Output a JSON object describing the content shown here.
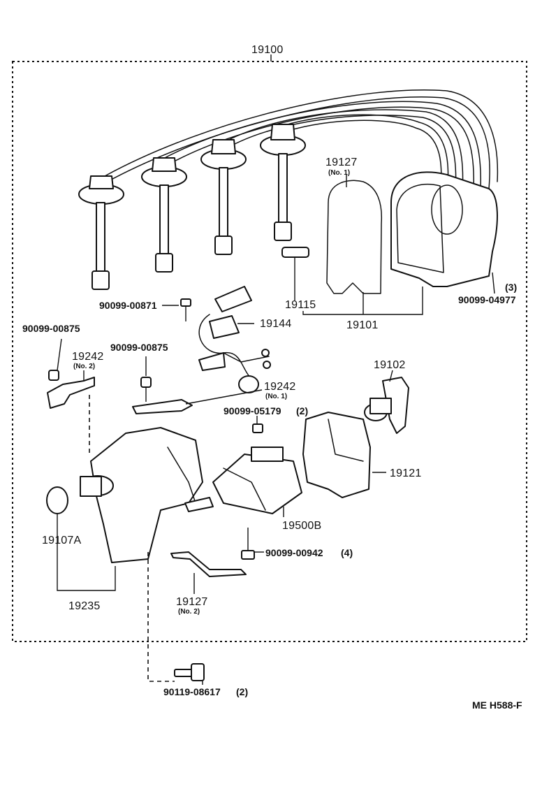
{
  "diagram": {
    "code": "ME H588-F",
    "labels": {
      "assembly": "19100",
      "cover_gasket_no1": "19127",
      "cover_gasket_no1_note": "(No. 1)",
      "rotor_spring": "19115",
      "cap_assembly": "19101",
      "cap_screw": "90099-04977",
      "cap_screw_qty": "(3)",
      "screw_00871": "90099-00871",
      "harness": "19144",
      "screw_00875_left": "90099-00875",
      "bracket_no2": "19242",
      "bracket_no2_note": "(No. 2)",
      "screw_00875_mid": "90099-00875",
      "bracket_no1": "19242",
      "bracket_no1_note": "(No. 1)",
      "rotor": "19102",
      "nut_05179": "90099-05179",
      "nut_05179_qty": "(2)",
      "cover": "19121",
      "coil": "19500B",
      "o_ring": "19107A",
      "housing": "19235",
      "screw_00942": "90099-00942",
      "screw_00942_qty": "(4)",
      "gasket_no2": "19127",
      "gasket_no2_note": "(No. 2)",
      "bolt_08617": "90119-08617",
      "bolt_08617_qty": "(2)"
    }
  }
}
